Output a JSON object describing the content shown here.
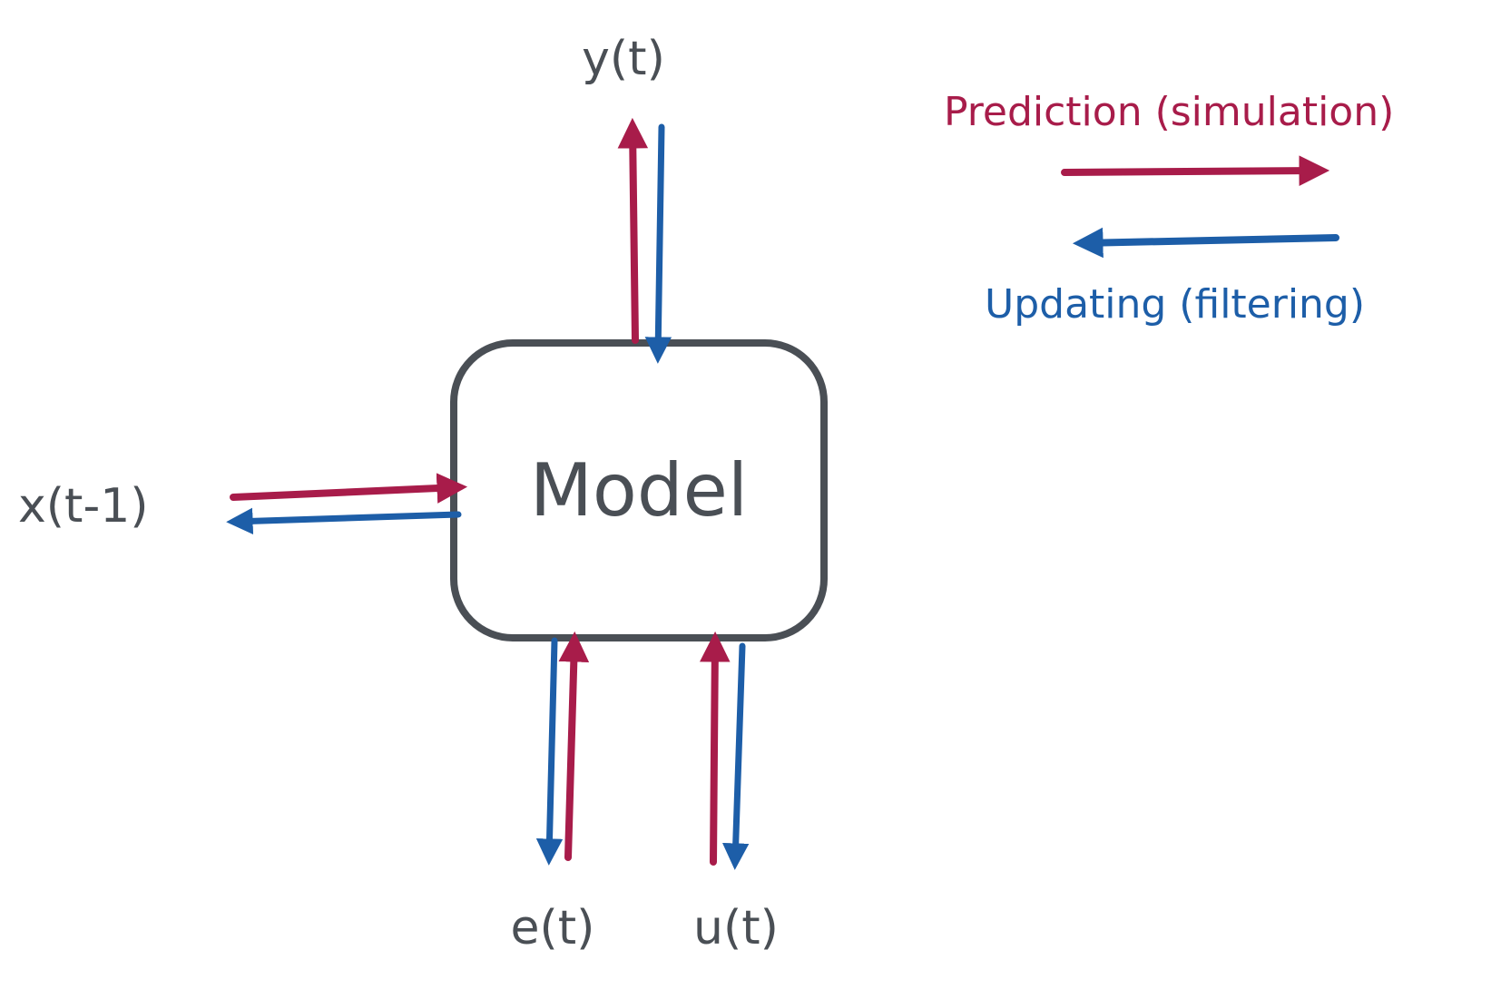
{
  "diagram": {
    "box_label": "Model",
    "signals": {
      "y": "y(t)",
      "x": "x(t-1)",
      "e": "e(t)",
      "u": "u(t)"
    },
    "legend": {
      "prediction": "Prediction (simulation)",
      "updating": "Updating (filtering)"
    }
  },
  "colors": {
    "prediction": "#a81c4a",
    "updating": "#1d5ea8",
    "ink": "#4a4f55"
  }
}
